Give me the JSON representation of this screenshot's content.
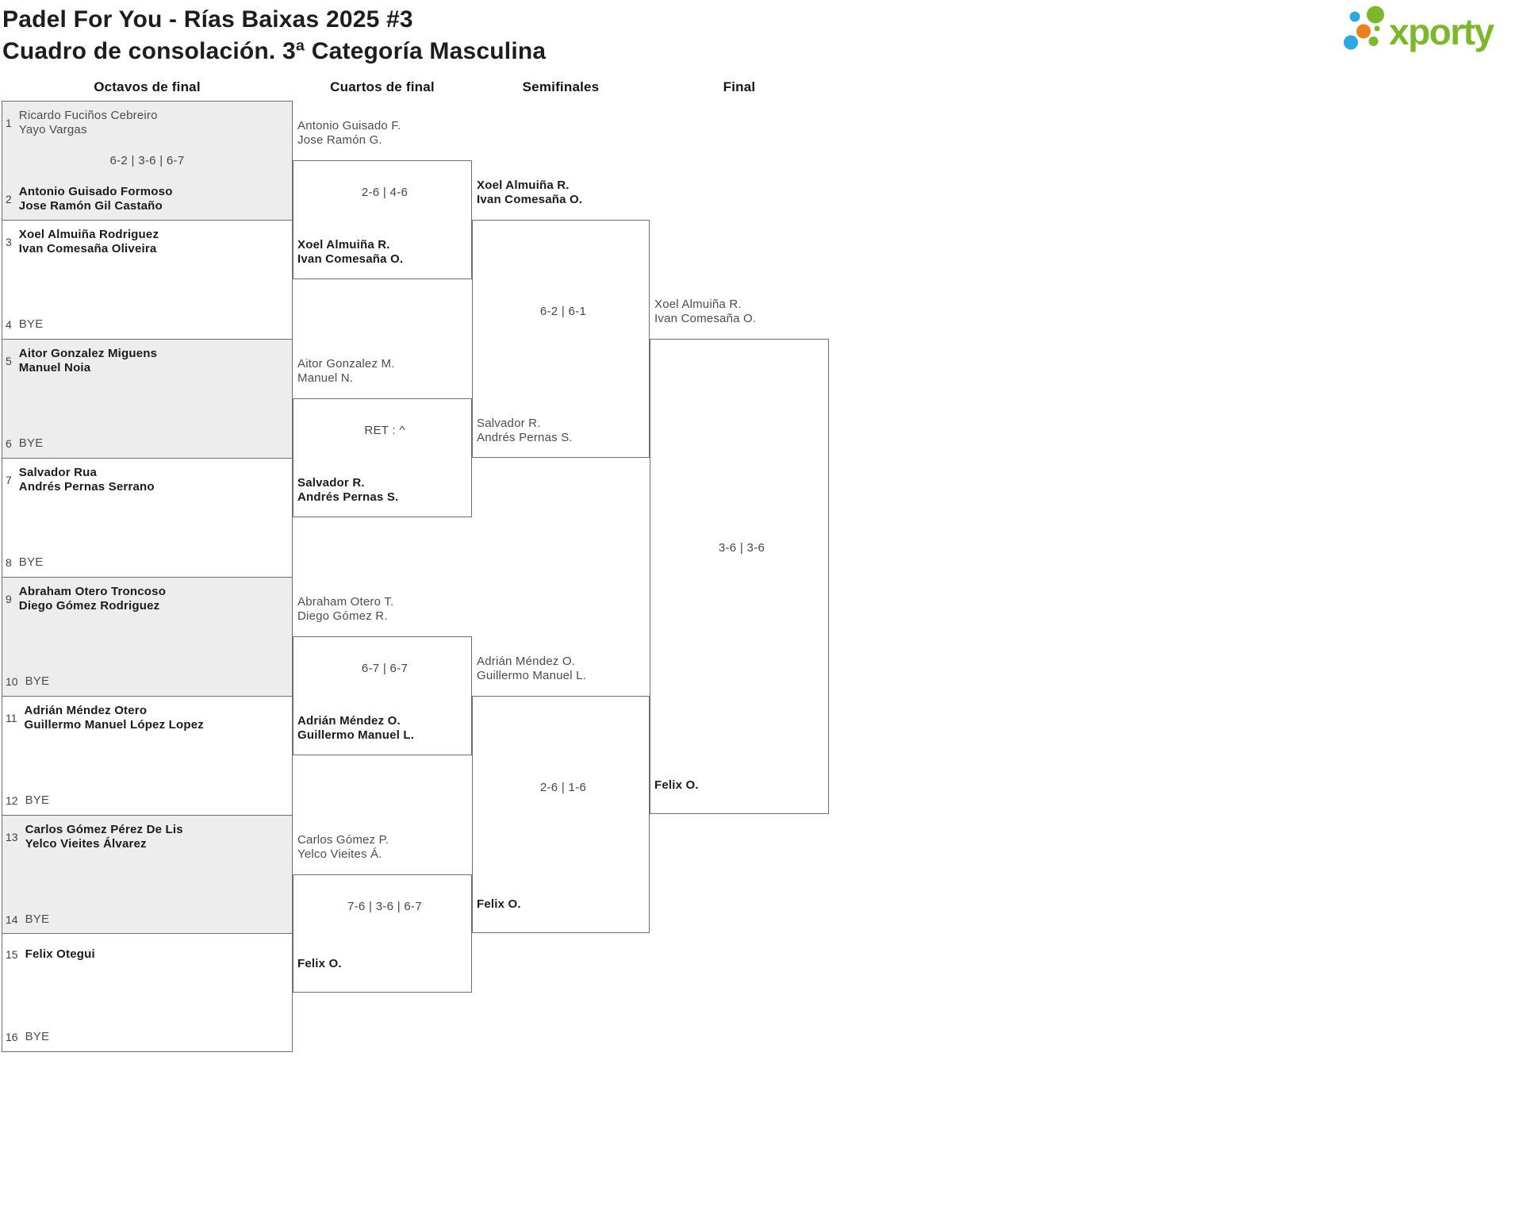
{
  "header": {
    "title_line1": "Padel For You - Rías Baixas 2025 #3",
    "title_line2": "Cuadro de consolación. 3ª Categoría Masculina"
  },
  "logo": {
    "brand": "xporty",
    "green": "#7db72c",
    "orange": "#e8821c",
    "blue": "#2fa7e0"
  },
  "columns": [
    "Octavos de final",
    "Cuartos de final",
    "Semifinales",
    "Final"
  ],
  "bracket": {
    "r1": [
      {
        "seed_top": "1",
        "top": [
          "Ricardo Fuciños Cebreiro",
          "Yayo Vargas"
        ],
        "score": "6-2 | 3-6 | 6-7",
        "seed_bottom": "2",
        "bottom": [
          "Antonio Guisado Formoso",
          "Jose Ramón Gil Castaño"
        ]
      },
      {
        "seed_top": "3",
        "top": [
          "Xoel Almuiña Rodriguez",
          "Ivan Comesaña Oliveira"
        ],
        "score": "",
        "seed_bottom": "4",
        "bottom": [
          "BYE"
        ]
      },
      {
        "seed_top": "5",
        "top": [
          "Aitor Gonzalez Miguens",
          "Manuel Noia"
        ],
        "score": "",
        "seed_bottom": "6",
        "bottom": [
          "BYE"
        ]
      },
      {
        "seed_top": "7",
        "top": [
          "Salvador Rua",
          "Andrés Pernas Serrano"
        ],
        "score": "",
        "seed_bottom": "8",
        "bottom": [
          "BYE"
        ]
      },
      {
        "seed_top": "9",
        "top": [
          "Abraham Otero Troncoso",
          "Diego Gómez Rodriguez"
        ],
        "score": "",
        "seed_bottom": "10",
        "bottom": [
          "BYE"
        ]
      },
      {
        "seed_top": "11",
        "top": [
          "Adrián Méndez Otero",
          "Guillermo Manuel López Lopez"
        ],
        "score": "",
        "seed_bottom": "12",
        "bottom": [
          "BYE"
        ]
      },
      {
        "seed_top": "13",
        "top": [
          "Carlos Gómez Pérez De Lis",
          "Yelco Vieites Álvarez"
        ],
        "score": "",
        "seed_bottom": "14",
        "bottom": [
          "BYE"
        ]
      },
      {
        "seed_top": "15",
        "top": [
          "Felix Otegui"
        ],
        "score": "",
        "seed_bottom": "16",
        "bottom": [
          "BYE"
        ]
      }
    ],
    "r2": [
      {
        "top": [
          "Antonio Guisado F.",
          "Jose Ramón G."
        ],
        "score": "2-6 | 4-6",
        "bottom": [
          "Xoel Almuiña R.",
          "Ivan Comesaña O."
        ]
      },
      {
        "top": [
          "Aitor Gonzalez M.",
          "Manuel N."
        ],
        "score": "RET : ^",
        "bottom": [
          "Salvador R.",
          "Andrés Pernas S."
        ]
      },
      {
        "top": [
          "Abraham Otero T.",
          "Diego Gómez R."
        ],
        "score": "6-7 | 6-7",
        "bottom": [
          "Adrián Méndez O.",
          "Guillermo Manuel L."
        ]
      },
      {
        "top": [
          "Carlos Gómez P.",
          "Yelco Vieites Á."
        ],
        "score": "7-6 | 3-6 | 6-7",
        "bottom": [
          "Felix O."
        ]
      }
    ],
    "r3": [
      {
        "top": [
          "Xoel Almuiña R.",
          "Ivan Comesaña O."
        ],
        "score": "6-2 | 6-1",
        "bottom": [
          "Salvador R.",
          "Andrés Pernas S."
        ]
      },
      {
        "top": [
          "Adrián Méndez O.",
          "Guillermo Manuel L."
        ],
        "score": "2-6 | 1-6",
        "bottom": [
          "Felix O."
        ]
      }
    ],
    "r4": {
      "top": [
        "Xoel Almuiña R.",
        "Ivan Comesaña O."
      ],
      "score": "3-6 | 3-6",
      "bottom": [
        "Felix O."
      ]
    }
  }
}
